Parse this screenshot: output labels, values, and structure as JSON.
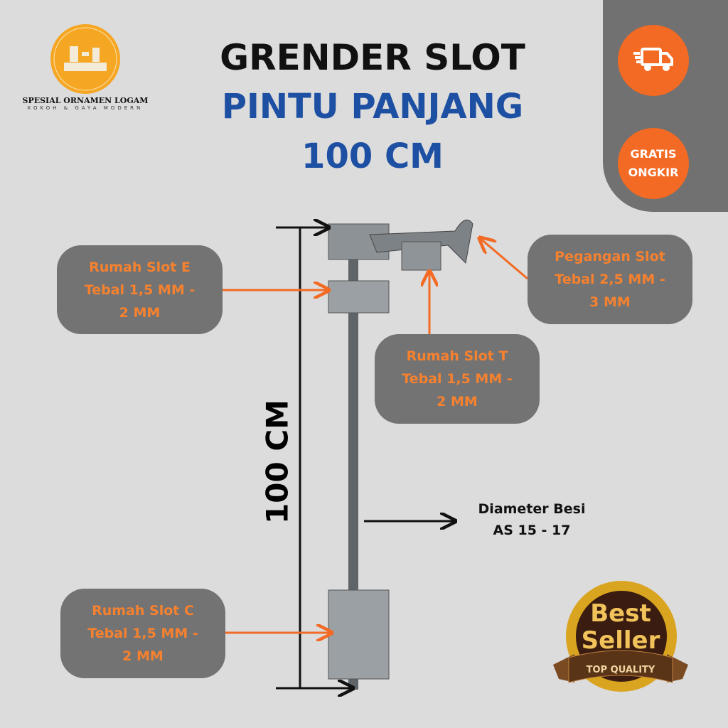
{
  "brand": {
    "name": "SPESIAL ORNAMEN LOGAM",
    "tagline": "KOKOH & GAYA MODERN"
  },
  "title": {
    "line1": "GRENDER SLOT",
    "line2": "PINTU PANJANG",
    "line3": "100 CM"
  },
  "badges": {
    "shipping_icon": "delivery-truck-icon",
    "free_shipping": [
      "GRATIS",
      "ONGKIR"
    ]
  },
  "callouts": {
    "rumah_e": [
      "Rumah Slot E",
      "Tebal 1,5 MM -",
      "2 MM"
    ],
    "pegangan": [
      "Pegangan Slot",
      "Tebal 2,5 MM -",
      "3 MM"
    ],
    "rumah_t": [
      "Rumah Slot T",
      "Tebal 1,5 MM -",
      "2 MM"
    ],
    "rumah_c": [
      "Rumah Slot C",
      "Tebal 1,5 MM -",
      "2 MM"
    ],
    "diameter": [
      "Diameter Besi",
      "AS 15 - 17"
    ]
  },
  "dimension": "100 CM",
  "seal": {
    "line1": "Best",
    "line2": "Seller",
    "ribbon": "TOP QUALITY"
  },
  "colors": {
    "background": "#dcdcdc",
    "accent": "#f26a24",
    "blue": "#1d4fa3",
    "box": "#737373",
    "logo": "#f5a623"
  }
}
